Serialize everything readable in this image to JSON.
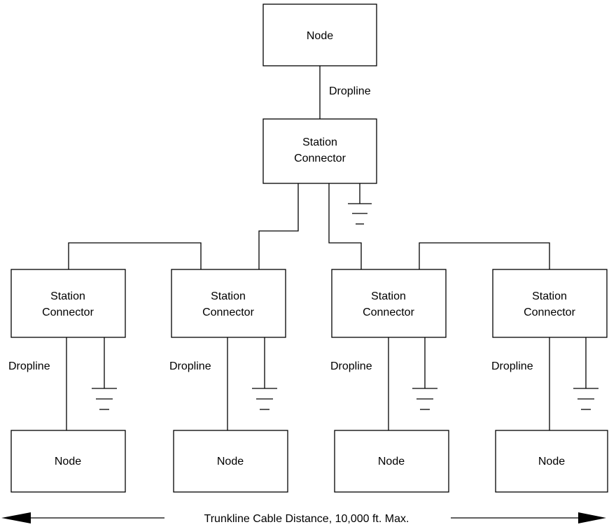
{
  "top": {
    "node_label": "Node",
    "dropline_label": "Dropline",
    "station_line1": "Station",
    "station_line2": "Connector"
  },
  "branches": [
    {
      "station_line1": "Station",
      "station_line2": "Connector",
      "dropline_label": "Dropline",
      "node_label": "Node"
    },
    {
      "station_line1": "Station",
      "station_line2": "Connector",
      "dropline_label": "Dropline",
      "node_label": "Node"
    },
    {
      "station_line1": "Station",
      "station_line2": "Connector",
      "dropline_label": "Dropline",
      "node_label": "Node"
    },
    {
      "station_line1": "Station",
      "station_line2": "Connector",
      "dropline_label": "Dropline",
      "node_label": "Node"
    }
  ],
  "trunkline": {
    "label": "Trunkline Cable Distance, 10,000 ft. Max."
  },
  "icons": {
    "ground": "ground-icon",
    "arrow_left": "arrow-left-icon",
    "arrow_right": "arrow-right-icon"
  }
}
